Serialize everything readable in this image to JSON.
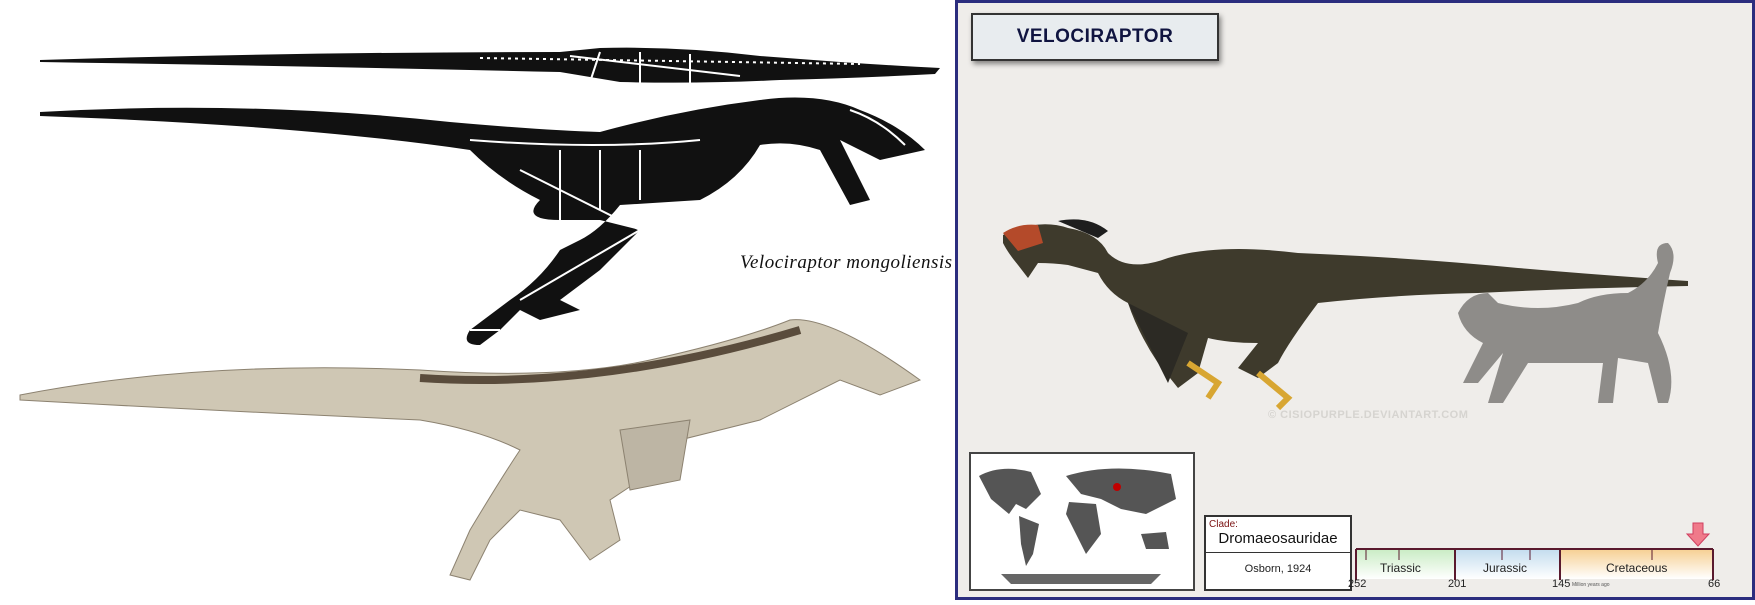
{
  "left_panel": {
    "species_caption": "Velociraptor mongoliensis"
  },
  "right_panel": {
    "title": "VELOCIRAPTOR",
    "watermark": "© CISIOPURPLE.DEVIANTART.COM",
    "clade": {
      "label": "Clade:",
      "name": "Dromaeosauridae",
      "author": "Osborn, 1924"
    },
    "timeline": {
      "periods": [
        {
          "name": "Triassic",
          "color": "#c9ecc4"
        },
        {
          "name": "Jurassic",
          "color": "#c3dcee"
        },
        {
          "name": "Cretaceous",
          "color": "#f6cf92"
        }
      ],
      "ticks": [
        "252",
        "201",
        "145",
        "66"
      ],
      "unit": "Million years ago",
      "marker_color": "#f07a8a"
    },
    "colors": {
      "frame": "#2b2d7e",
      "background": "#efedea",
      "map_location": "#c00000"
    }
  }
}
